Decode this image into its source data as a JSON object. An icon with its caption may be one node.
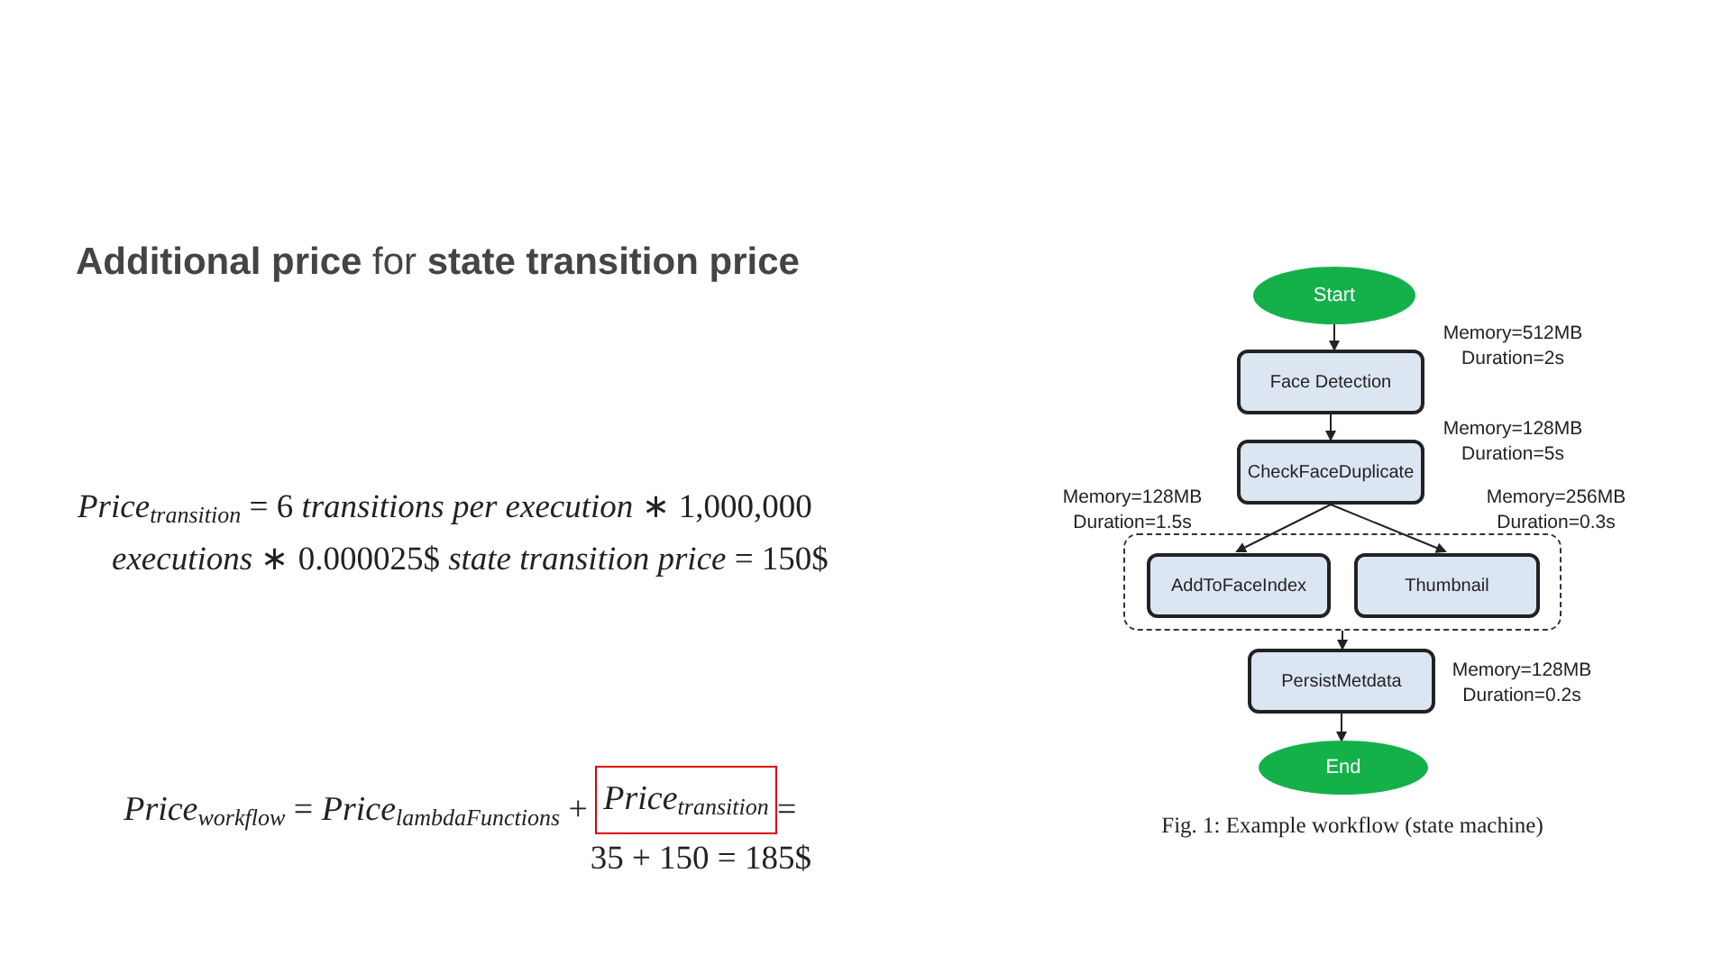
{
  "diagram": {
    "title": "**Additional price** for **state transition price**",
    "nodes": [
      {
        "text": [
          "Start"
        ]
      },
      {
        "text": [
          "Face Detection"
        ],
        "beside": [
          "Memory=512MB Duration=2s"
        ]
      },
      {
        "text": [
          "CheckFaceDuplicate"
        ],
        "beside": [
          "Memory=128MB Duration=5s"
        ]
      },
      {
        "text": [],
        "shape": "box"
      },
      {
        "text": [
          "AddToFaceIndex"
        ],
        "in": 3,
        "beside": [
          "Memory=128MB Duration=1.5s"
        ]
      },
      {
        "text": [
          "Thumbnail"
        ],
        "in": 3,
        "beside": [
          "Memory=256MB Duration=0.3s"
        ]
      },
      {
        "text": [
          "PersistMetdata"
        ],
        "beside": [
          "Memory=128MB Duration=0.2s"
        ]
      },
      {
        "text": [
          "End"
        ]
      },
      {
        "text": [
          "*Price*$_{transition}$"
        ]
      }
    ],
    "edges": [
      {
        "from": 0,
        "to": 1,
        "arrow": "to"
      },
      {
        "from": 1,
        "to": 2,
        "arrow": "to"
      },
      {
        "from": 2,
        "to": 4,
        "arrow": "to"
      },
      {
        "from": 2,
        "to": 5,
        "arrow": "to"
      },
      {
        "from": 3,
        "to": 6,
        "arrow": "to"
      },
      {
        "from": 6,
        "to": 7,
        "arrow": "to"
      }
    ],
    "labels": [
      "*Price*$_{transition}$ = 6 *transitions per execution* ∗ 1,000,000 *executions* ∗ 0.000025$ *state transition price* = 150$",
      "*Price*$_{workflow}$ = *Price*$_{lambdaFunctions}$ +",
      "=",
      "35 + 150 = 185$"
    ],
    "caption": "Fig. 1: Example workflow (state machine)"
  }
}
